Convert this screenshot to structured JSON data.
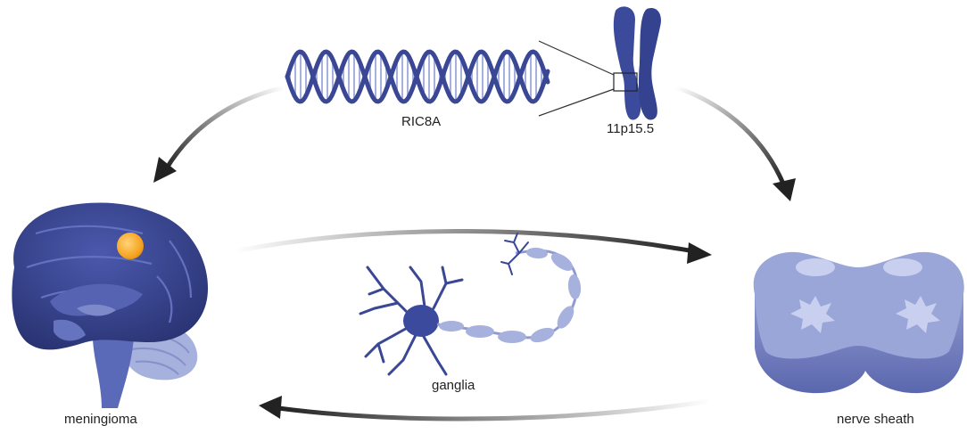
{
  "labels": {
    "gene": "RIC8A",
    "locus": "11p15.5",
    "ganglia": "ganglia",
    "meningioma": "meningioma",
    "nerve_sheath": "nerve sheath"
  },
  "colors": {
    "brain_dark": "#2f3a86",
    "brain_mid": "#3e4ca0",
    "structure_light": "#a7b1de",
    "structure_mid": "#7c88c6",
    "dna": "#3a4795",
    "tumor": "#f6a623",
    "arrow": "#222222"
  },
  "icons": {
    "dna": "dna-helix-icon",
    "chromosome": "chromosome-icon",
    "brain": "brain-icon",
    "neuron": "neuron-icon",
    "spinal_cord": "spinal-cord-icon"
  }
}
